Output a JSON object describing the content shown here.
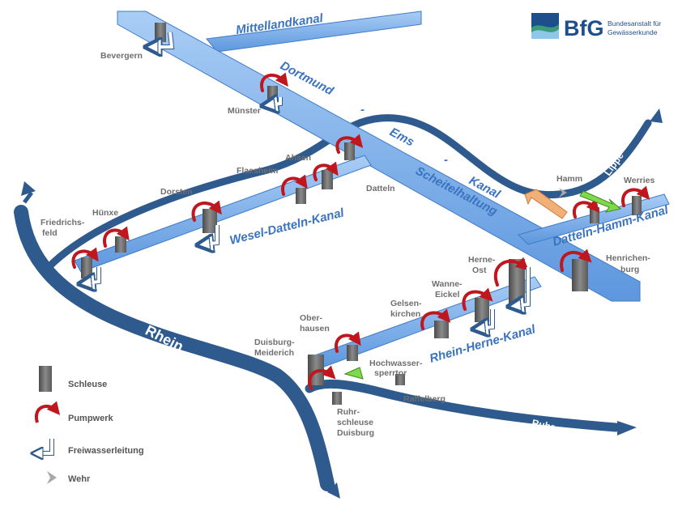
{
  "logo": {
    "abbr": "BfG",
    "line1": "Bundesanstalt für",
    "line2": "Gewässerkunde"
  },
  "canals": {
    "mittelland": "Mittellandkanal",
    "dek_1": "Dortmund",
    "dek_sep1": "-",
    "dek_2": "Ems",
    "dek_sep2": "-",
    "dek_3": "Kanal",
    "scheitel": "Scheitelhaltung",
    "wdk": "Wesel-Datteln-Kanal",
    "dhk": "Datteln-Hamm-Kanal",
    "rhk": "Rhein-Herne-Kanal"
  },
  "rivers": {
    "rhein": "Rhein",
    "lippe": "Lippe",
    "ruhr": "Ruhr"
  },
  "places": {
    "bevergern": "Bevergern",
    "muenster": "Münster",
    "ahsen": "Ahsen",
    "flaesheim": "Flaesheim",
    "datteln": "Datteln",
    "dorsten": "Dorsten",
    "huenxe": "Hünxe",
    "friedrichsfeld_1": "Friedrichs-",
    "friedrichsfeld_2": "feld",
    "hamm": "Hamm",
    "werries": "Werries",
    "henrichenburg_1": "Henrichen-",
    "henrichenburg_2": "burg",
    "herne_ost_1": "Herne-",
    "herne_ost_2": "Ost",
    "wanne_1": "Wanne-",
    "wanne_2": "Eickel",
    "gelsen_1": "Gelsen-",
    "gelsen_2": "kirchen",
    "oberhausen_1": "Ober-",
    "oberhausen_2": "hausen",
    "duisburg_1": "Duisburg-",
    "duisburg_2": "Meiderich",
    "hochwasser_1": "Hochwasser-",
    "hochwasser_2": "sperrtor",
    "raffelberg": "Raffelberg",
    "ruhrschleuse_1": "Ruhr-",
    "ruhrschleuse_2": "schleuse",
    "ruhrschleuse_3": "Duisburg"
  },
  "legend": {
    "lock": "Schleuse",
    "pump": "Pumpwerk",
    "pipe": "Freiwasserleitung",
    "weir": "Wehr"
  },
  "colors": {
    "canal": "#5b95dd",
    "canal_top": "#9fc4f0",
    "river": "#2e5a8e",
    "lock": "#6e6e6e",
    "pump": "#c0161e",
    "label": "#6f6f6f",
    "canal_label": "#3a73c0",
    "link_orange": "#f2b079",
    "link_green": "#7fd94a"
  }
}
